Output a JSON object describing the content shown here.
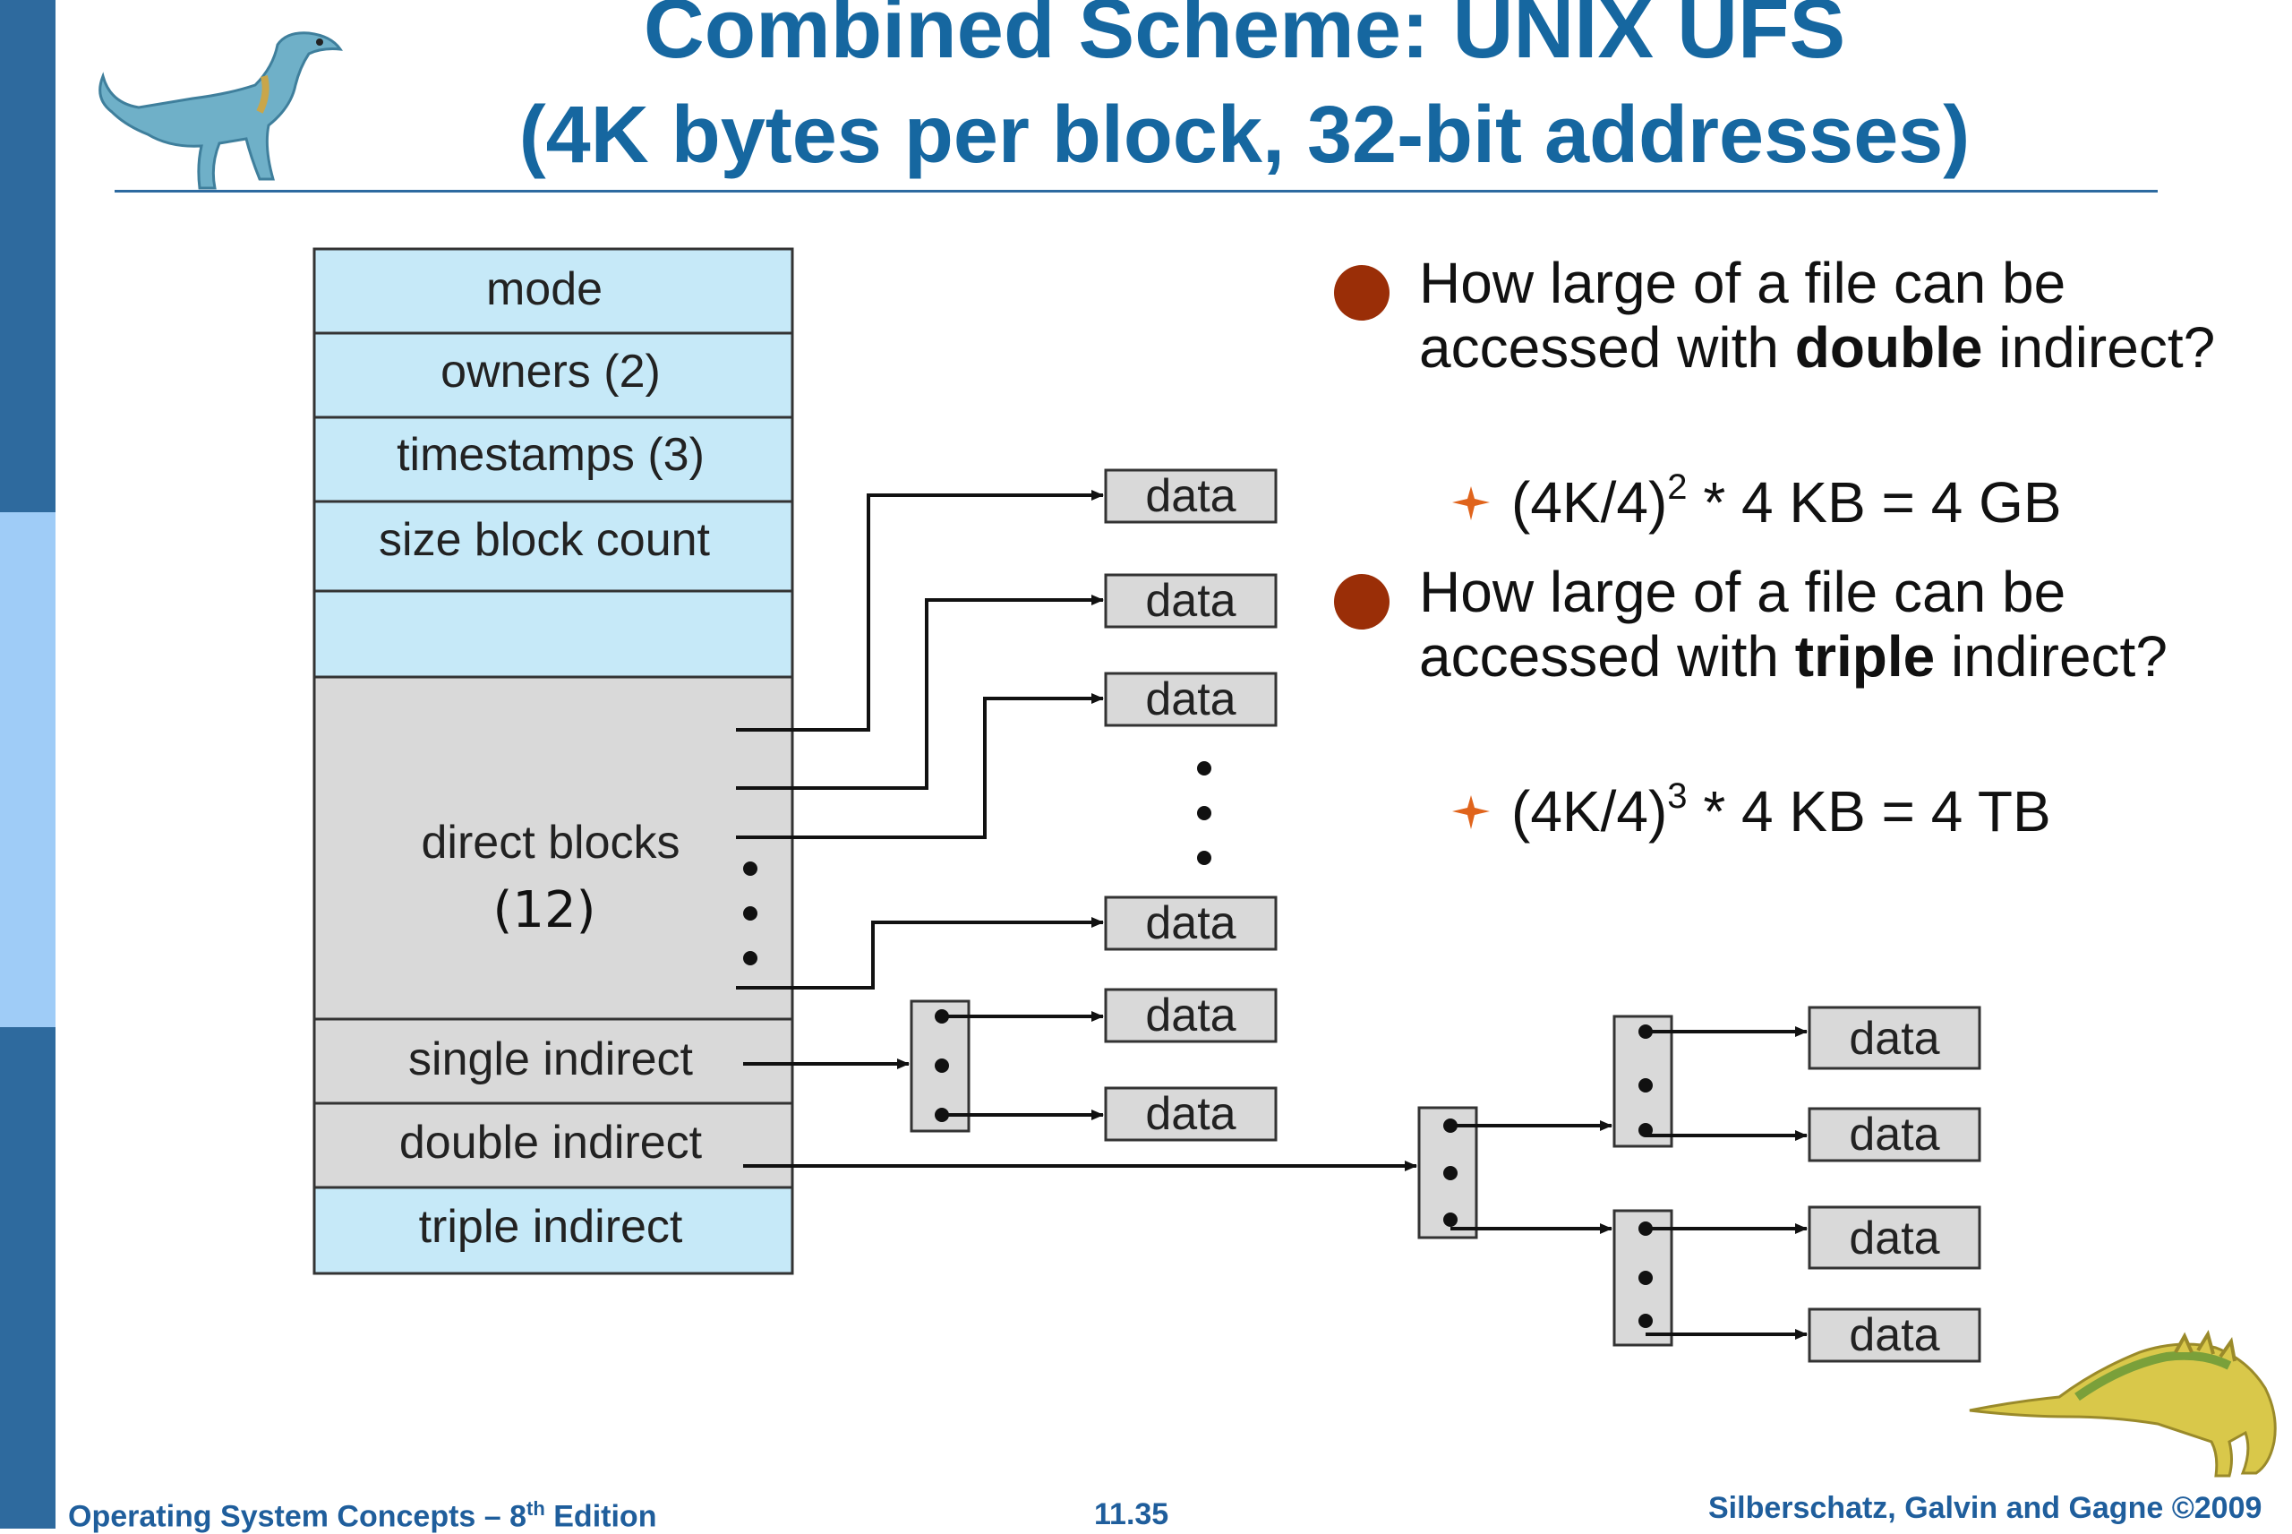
{
  "slide": {
    "title": "Combined Scheme:  UNIX UFS",
    "subtitle": "(4K bytes per block, 32-bit addresses)"
  },
  "inode": {
    "fields": [
      "mode",
      "owners (2)",
      "timestamps (3)",
      "size block count"
    ],
    "direct_label": "direct blocks",
    "direct_count": "(12)",
    "indirect_fields": [
      "single indirect",
      "double indirect",
      "triple indirect"
    ]
  },
  "blocks": {
    "data_label": "data"
  },
  "questions": [
    {
      "prefix": "How large of a file can be accessed with ",
      "bold": "double",
      "suffix": " indirect?",
      "answer_base": "(4K/4)",
      "answer_exp": "2",
      "answer_rest": " * 4 KB = 4 GB"
    },
    {
      "prefix": "How large of a file can be accessed with ",
      "bold": "triple",
      "suffix": " indirect?",
      "answer_base": "(4K/4)",
      "answer_exp": "3",
      "answer_rest": " * 4 KB = 4 TB"
    }
  ],
  "footer": {
    "left_text": "Operating System Concepts  – 8",
    "left_sup": "th",
    "left_suffix": " Edition",
    "page_number": "11.35",
    "right": "Silberschatz, Galvin and Gagne ©2009"
  },
  "colors": {
    "title": "#1667a0",
    "sidebar_dark": "#2e6a9e",
    "sidebar_light": "#9fccf7",
    "inode_blue": "#c6e9f8",
    "inode_gray": "#d9d9d9",
    "bullet": "#9a2e07",
    "star": "#e0641c"
  },
  "icons": [
    "dinosaur-logo-top",
    "dinosaur-logo-bottom",
    "sparkle-bullet-icon"
  ]
}
